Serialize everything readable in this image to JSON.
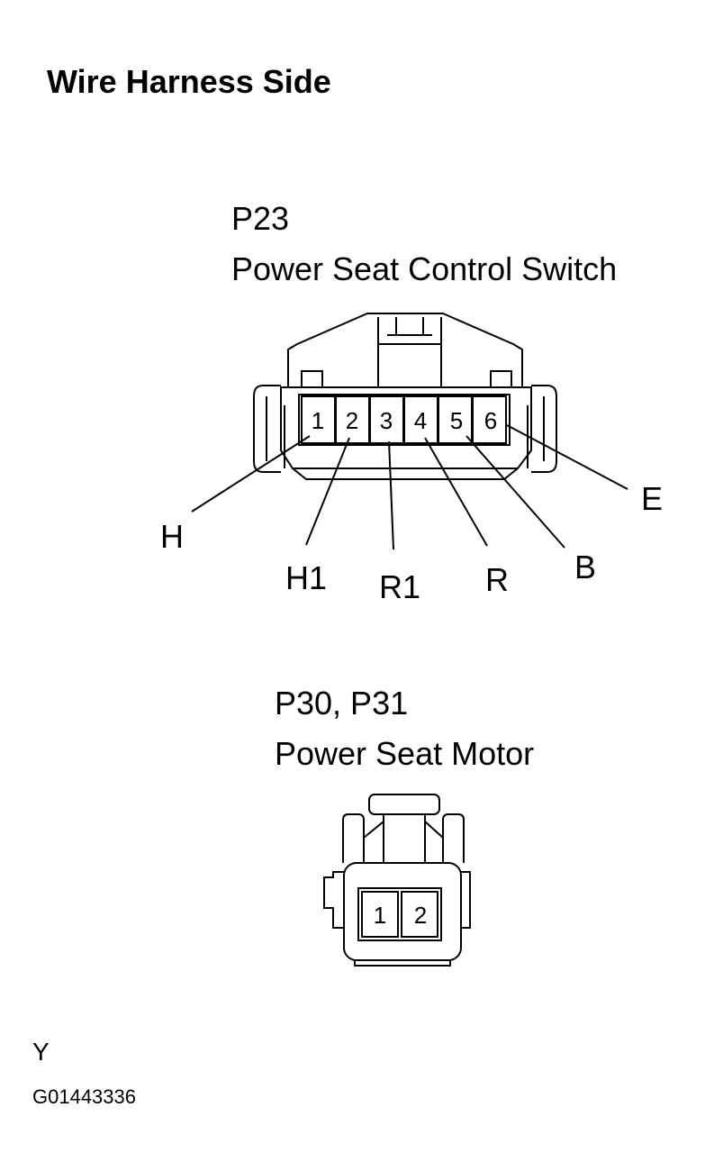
{
  "title": "Wire Harness Side",
  "connectors": [
    {
      "code": "P23",
      "name": "Power Seat Control Switch",
      "pins": [
        {
          "number": "1",
          "wire": "H"
        },
        {
          "number": "2",
          "wire": "H1"
        },
        {
          "number": "3",
          "wire": "R1"
        },
        {
          "number": "4",
          "wire": "R"
        },
        {
          "number": "5",
          "wire": "B"
        },
        {
          "number": "6",
          "wire": "E"
        }
      ]
    },
    {
      "code": "P30, P31",
      "name": "Power Seat Motor",
      "pins": [
        {
          "number": "1"
        },
        {
          "number": "2"
        }
      ]
    }
  ],
  "footer": {
    "view": "Y",
    "figure_code": "G01443336"
  }
}
